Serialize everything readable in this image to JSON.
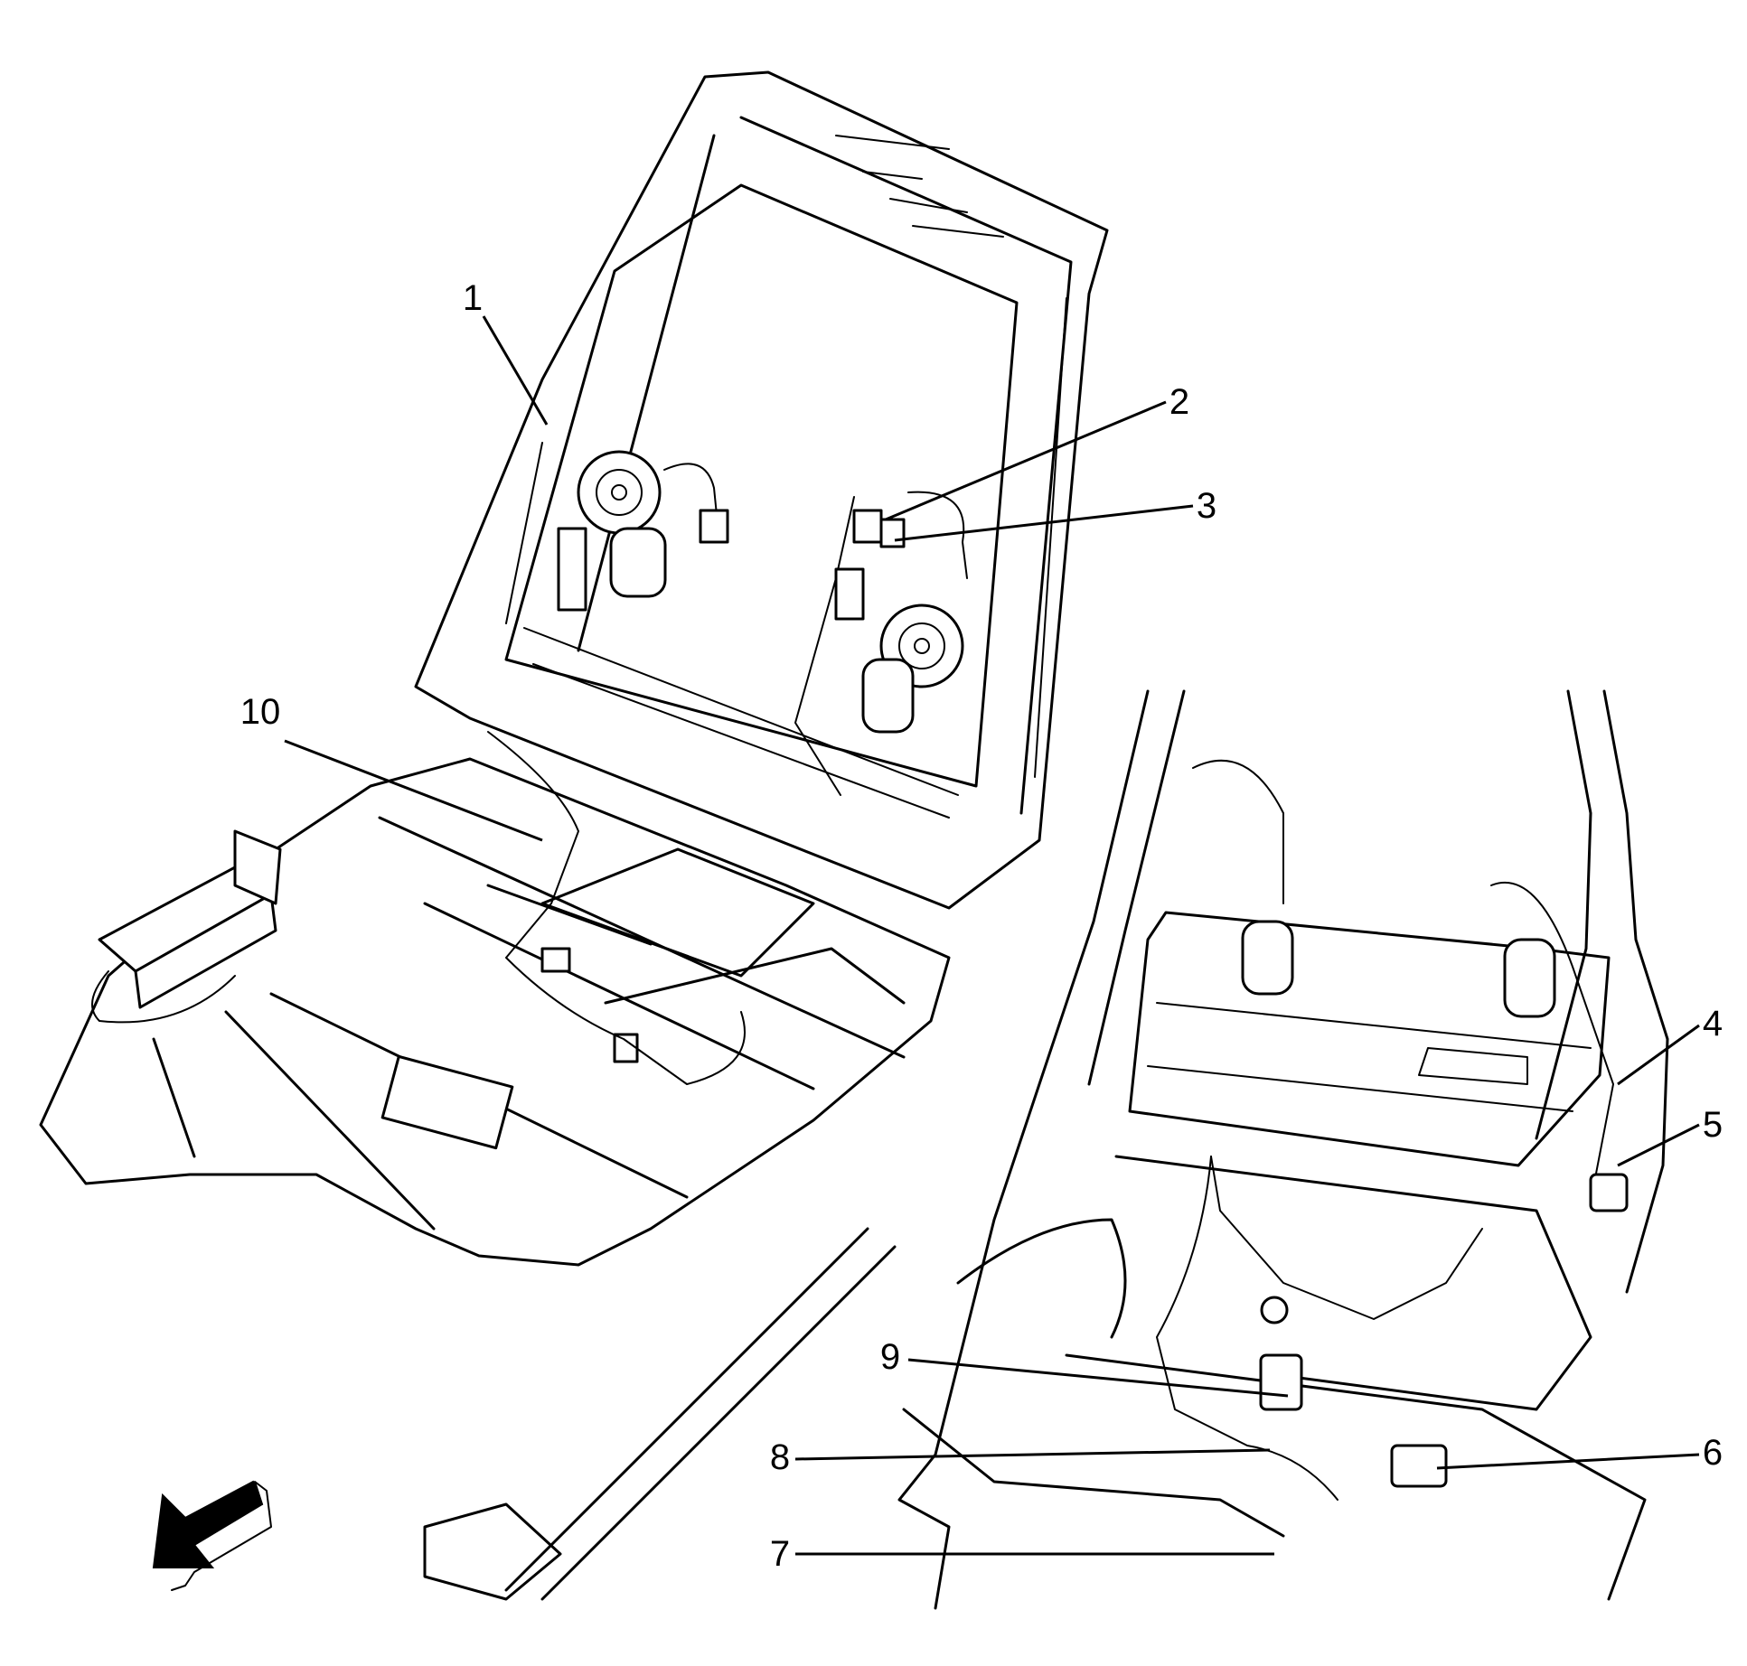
{
  "figure": {
    "callouts": [
      {
        "id": "1",
        "label": "1"
      },
      {
        "id": "2",
        "label": "2"
      },
      {
        "id": "3",
        "label": "3"
      },
      {
        "id": "4",
        "label": "4"
      },
      {
        "id": "5",
        "label": "5"
      },
      {
        "id": "6",
        "label": "6"
      },
      {
        "id": "7",
        "label": "7"
      },
      {
        "id": "8",
        "label": "8"
      },
      {
        "id": "9",
        "label": "9"
      },
      {
        "id": "10",
        "label": "10"
      }
    ],
    "direction_arrow": "forward-arrow-icon"
  }
}
